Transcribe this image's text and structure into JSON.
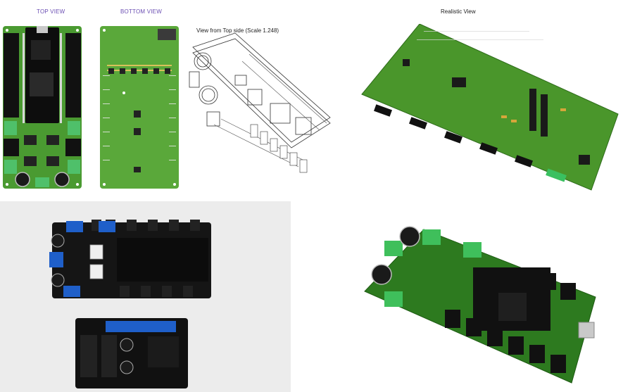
{
  "labels": {
    "top_view": "TOP VIEW",
    "bottom_view": "BOTTOM VIEW",
    "view_from_top": "View from Top side (Scale 1.248)",
    "realistic_view": "Realistic View"
  },
  "colors": {
    "pcb_green": "#3f8f2a",
    "pcb_dark": "#111111",
    "terminal_blue": "#1f5fc9",
    "terminal_green": "#32b04a",
    "photo_bg": "#ececec",
    "label_purple": "#6b4fb3"
  }
}
